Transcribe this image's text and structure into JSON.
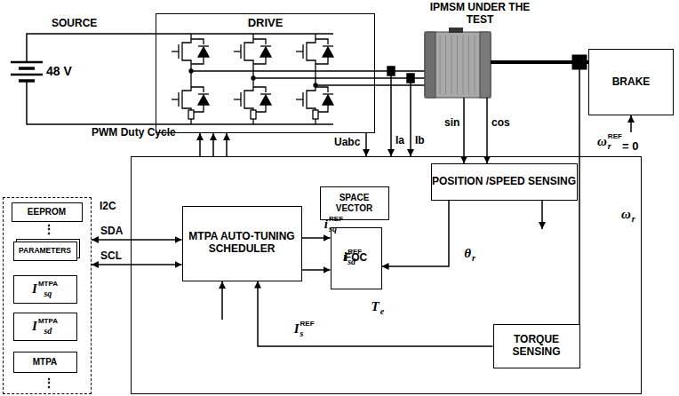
{
  "diagram": {
    "nodes": [
      {
        "text": [
          "DRIVE"
        ]
      },
      {
        "text": [
          "BRAKE"
        ]
      },
      {
        "text": []
      },
      {
        "text": [
          "MTPA AUTO-TUNING SCHEDULER"
        ],
        "in": 2
      },
      {
        "text": [
          "SPACE VECTOR"
        ],
        "in": 2
      },
      {
        "text": [
          "FOC"
        ],
        "in": 2
      },
      {
        "text": [
          "POSITION /SPEED SENSING"
        ],
        "in": 2
      },
      {
        "text": [
          "TORQUE SENSING"
        ],
        "in": 2
      },
      {
        "text": []
      },
      {
        "text": [
          "EEPROM"
        ],
        "in": 8
      },
      {
        "text": [
          "PARAMETERS"
        ],
        "in": 8
      },
      {
        "text": [
          "I",
          "sq",
          "MTPA"
        ],
        "in": 8
      },
      {
        "text": [
          "I",
          "sd",
          "MTPA"
        ],
        "in": 8
      },
      {
        "text": [
          "MTPA"
        ],
        "in": 8
      }
    ],
    "edges": [
      {
        "from": 2,
        "to": 0,
        "arrow": "to"
      },
      {
        "from": 2,
        "to": 0,
        "arrow": "to"
      },
      {
        "from": 2,
        "to": 0,
        "arrow": "to"
      },
      {
        "from": 0,
        "to": 2,
        "arrow": "to"
      },
      {
        "from": 3,
        "to": 5,
        "arrow": "to"
      },
      {
        "from": 3,
        "to": 5,
        "arrow": "to"
      },
      {
        "from": 6,
        "to": 5,
        "arrow": "to"
      },
      {
        "from": 7,
        "to": 3,
        "arrow": "to"
      },
      {
        "from": 8,
        "to": 3,
        "label": "SDA",
        "arrow": "both"
      },
      {
        "from": 8,
        "to": 3,
        "label": "SCL",
        "arrow": "both"
      }
    ],
    "labels": [
      "SOURCE",
      "48 V",
      "IPMSM UNDER THE TEST",
      "PWM Duty Cycle",
      "Uabc",
      "Ia",
      "Ib",
      "sin",
      "cos",
      "ω",
      "r",
      "REF",
      "= 0",
      "I2C",
      "i",
      "sq",
      "REF",
      "i",
      "sd",
      "REF",
      "θ",
      "r",
      "ω",
      "r",
      "I",
      "s",
      "REF",
      "T",
      "e",
      "⋮",
      "⋮"
    ]
  }
}
